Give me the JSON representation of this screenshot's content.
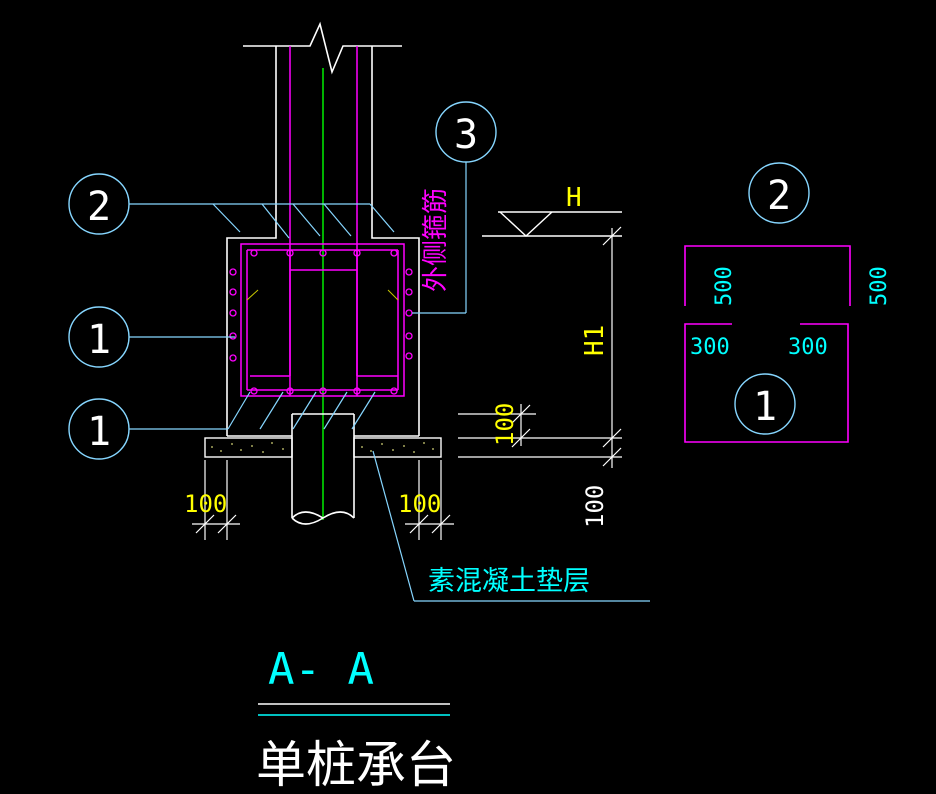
{
  "colors": {
    "background": "#000000",
    "white": "#ffffff",
    "cyan": "#00ffff",
    "magenta": "#ff00ff",
    "yellow": "#ffff00",
    "green": "#00ff00",
    "gray": "#b4b4b4",
    "cyan_line": "#86d6ff"
  },
  "callouts": {
    "top_stirrup": "2",
    "side_bar": "1",
    "bottom_bar": "1",
    "outer_hoop": "3",
    "detail_top": "2",
    "detail_bottom": "1"
  },
  "labels": {
    "outer_hoop_note": "外侧箍筋",
    "level_mark": "H",
    "height_mark": "H1",
    "cushion_thickness": "100",
    "cushion_below": "100",
    "left_offset": "100",
    "right_offset": "100",
    "cushion_note": "素混凝土垫层",
    "section_id": "A- A",
    "title": "单桩承台"
  },
  "detail": {
    "top_left_length": "500",
    "top_right_length": "500",
    "bottom_left_length": "300",
    "bottom_right_length": "300"
  }
}
